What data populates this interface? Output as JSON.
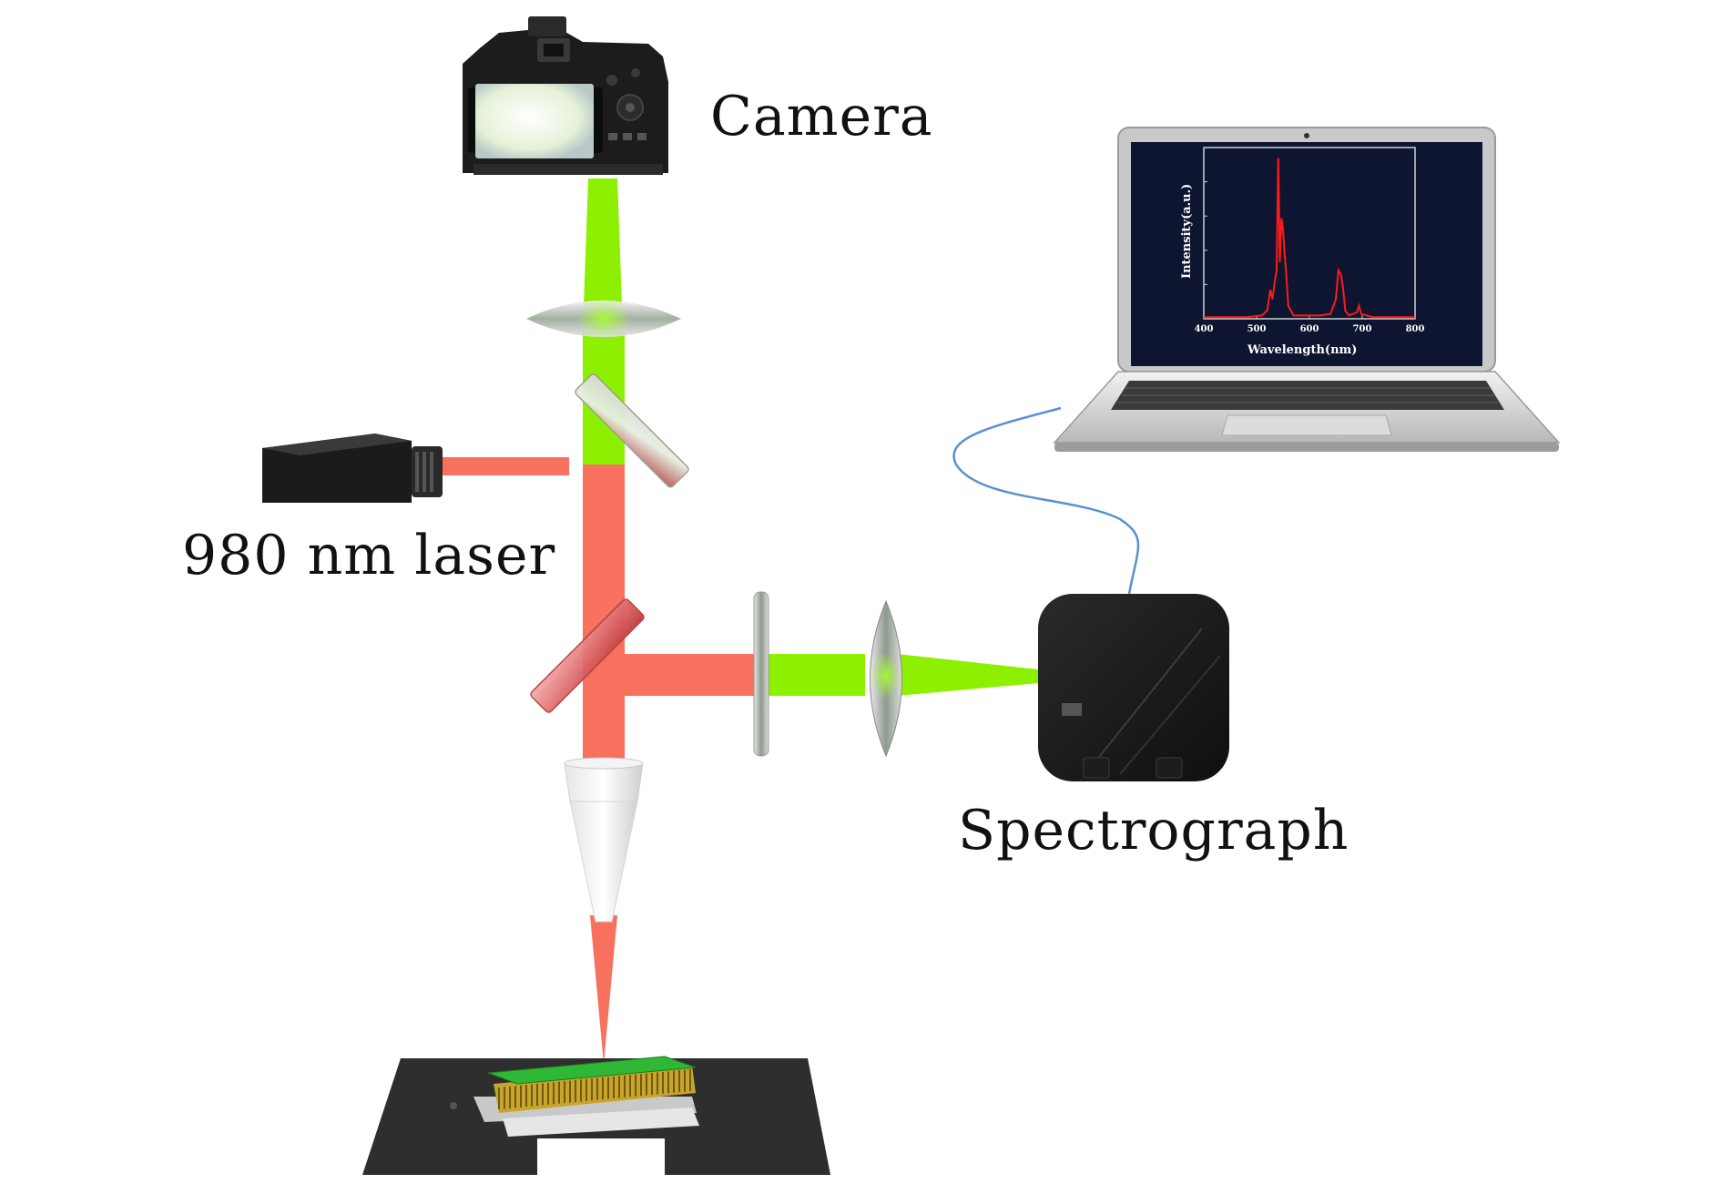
{
  "labels": {
    "camera": "Camera",
    "laser": "980 nm laser",
    "spectrograph": "Spectrograph"
  },
  "screen_plot": {
    "ylabel": "Intensity(a.u.)",
    "xlabel": "Wavelength(nm)",
    "xticks": [
      "400",
      "500",
      "600",
      "700",
      "800"
    ]
  },
  "colors": {
    "green_beam": "#8cf000",
    "red_beam": "#f8705e",
    "spectrum_line": "#ff1a1a",
    "screen_bg": "#0d1530",
    "cable": "#5b8fd0"
  }
}
